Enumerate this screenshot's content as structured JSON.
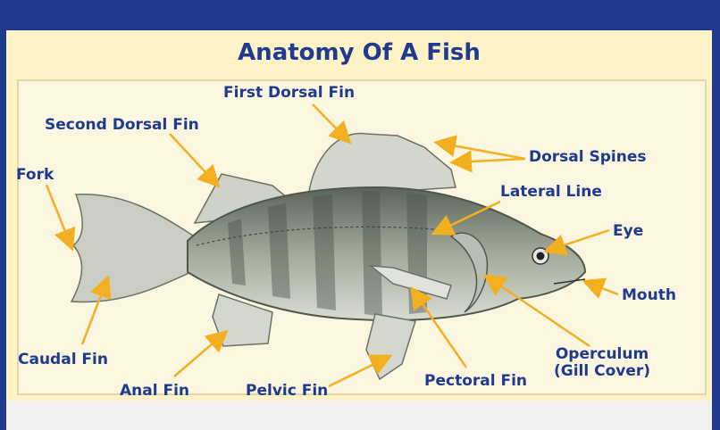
{
  "title": "Anatomy Of A Fish",
  "colors": {
    "background": "#1f3a8f",
    "panel": "#fdf3c6",
    "label": "#1f3a8f",
    "arrow": "#f2b020",
    "fish": "#7f8a7a"
  },
  "labels": {
    "first_dorsal_fin": "First Dorsal Fin",
    "second_dorsal_fin": "Second Dorsal Fin",
    "fork": "Fork",
    "dorsal_spines": "Dorsal Spines",
    "lateral_line": "Lateral Line",
    "eye": "Eye",
    "mouth": "Mouth",
    "caudal_fin": "Caudal Fin",
    "anal_fin": "Anal Fin",
    "pelvic_fin": "Pelvic Fin",
    "pectoral_fin": "Pectoral Fin",
    "operculum_line1": "Operculum",
    "operculum_line2": "(Gill Cover)"
  }
}
